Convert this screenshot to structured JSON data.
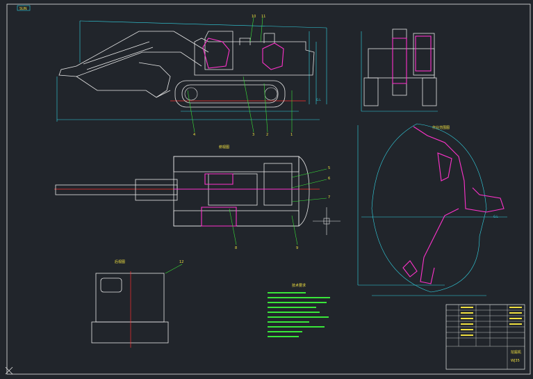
{
  "drawing": {
    "frame_tag": "SUN",
    "top_view_label": "俯视图",
    "section_label": "作业范围图",
    "rear_view_label": "后视图",
    "tech_title": "技术要求",
    "ground_label": "G.L",
    "callouts": [
      "1",
      "2",
      "3",
      "4",
      "5",
      "6",
      "7",
      "8",
      "9",
      "10",
      "11",
      "12"
    ],
    "title_block": {
      "name": "挖掘机",
      "code": "WJ35"
    },
    "colors": {
      "background": "#21252b",
      "lines": "#e8e8e8",
      "dimensions": "#33d6e6",
      "highlight": "#ff33cc",
      "notes": "#39e639",
      "labels": "#f0e040"
    }
  }
}
